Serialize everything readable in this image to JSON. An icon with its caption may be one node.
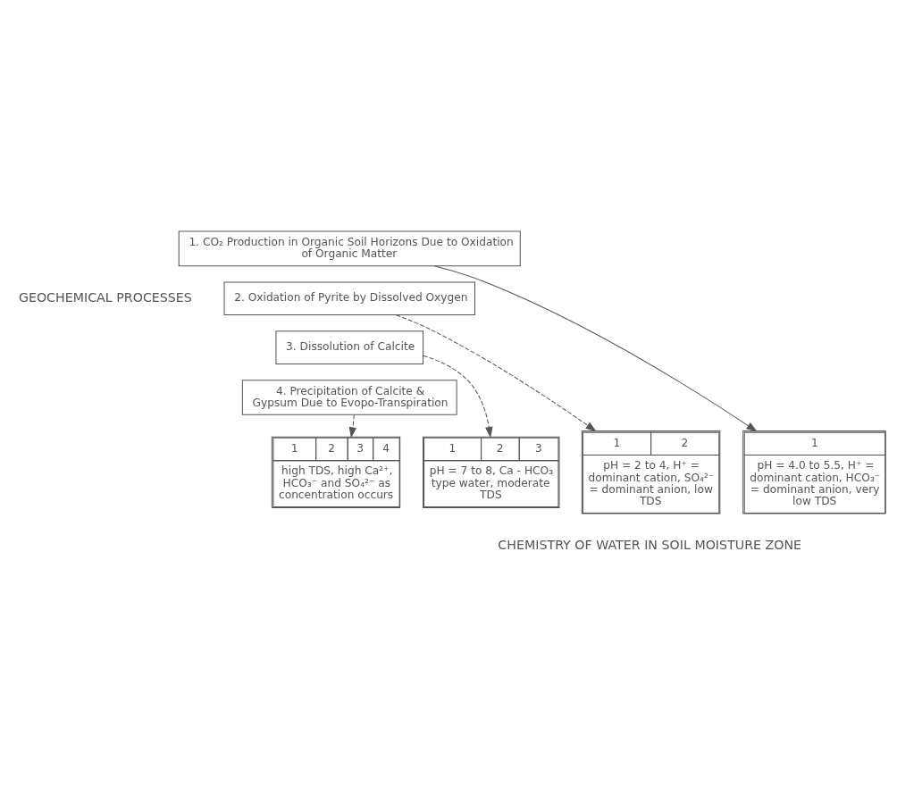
{
  "diagram": {
    "nodes": [
      {
        "text": [
          "1. CO₂ Production in Organic Soil Horizons Due to Oxidation of Organic Matter"
        ]
      },
      {
        "text": [
          "2. Oxidation of Pyrite by Dissolved Oxygen"
        ]
      },
      {
        "text": [
          "3. Dissolution of Calcite"
        ]
      },
      {
        "text": [
          "4. Precipitation of Calcite & Gypsum Due to Evopo-Transpiration"
        ]
      },
      {
        "text": [
          "1",
          "2",
          "3",
          "4",
          "high TDS, high Ca²⁺, HCO₃⁻ and SO₄²⁻ as concentration occurs"
        ]
      },
      {
        "text": [
          "1",
          "2",
          "3",
          "pH = 7 to 8, Ca - HCO₃ type water, moderate TDS"
        ]
      },
      {
        "text": [
          "1",
          "2",
          "pH = 2 to 4, H⁺ = dominant cation, SO₄²⁻ = dominant anion, low TDS"
        ]
      },
      {
        "text": [
          "1",
          "pH = 4.0 to 5.5, H⁺ = dominant cation, HCO₃⁻ = dominant anion, very low TDS"
        ]
      }
    ],
    "edges": [
      {
        "from": 3,
        "to": 4,
        "arrow": "to",
        "style": "dashed"
      },
      {
        "from": 2,
        "to": 5,
        "arrow": "to",
        "style": "dashed"
      },
      {
        "from": 1,
        "to": 6,
        "arrow": "to",
        "style": "dashed"
      },
      {
        "from": 0,
        "to": 7,
        "arrow": "to"
      }
    ],
    "labels": [
      "GEOCHEMICAL PROCESSES",
      "CHEMISTRY OF WATER IN SOIL MOISTURE ZONE"
    ]
  }
}
